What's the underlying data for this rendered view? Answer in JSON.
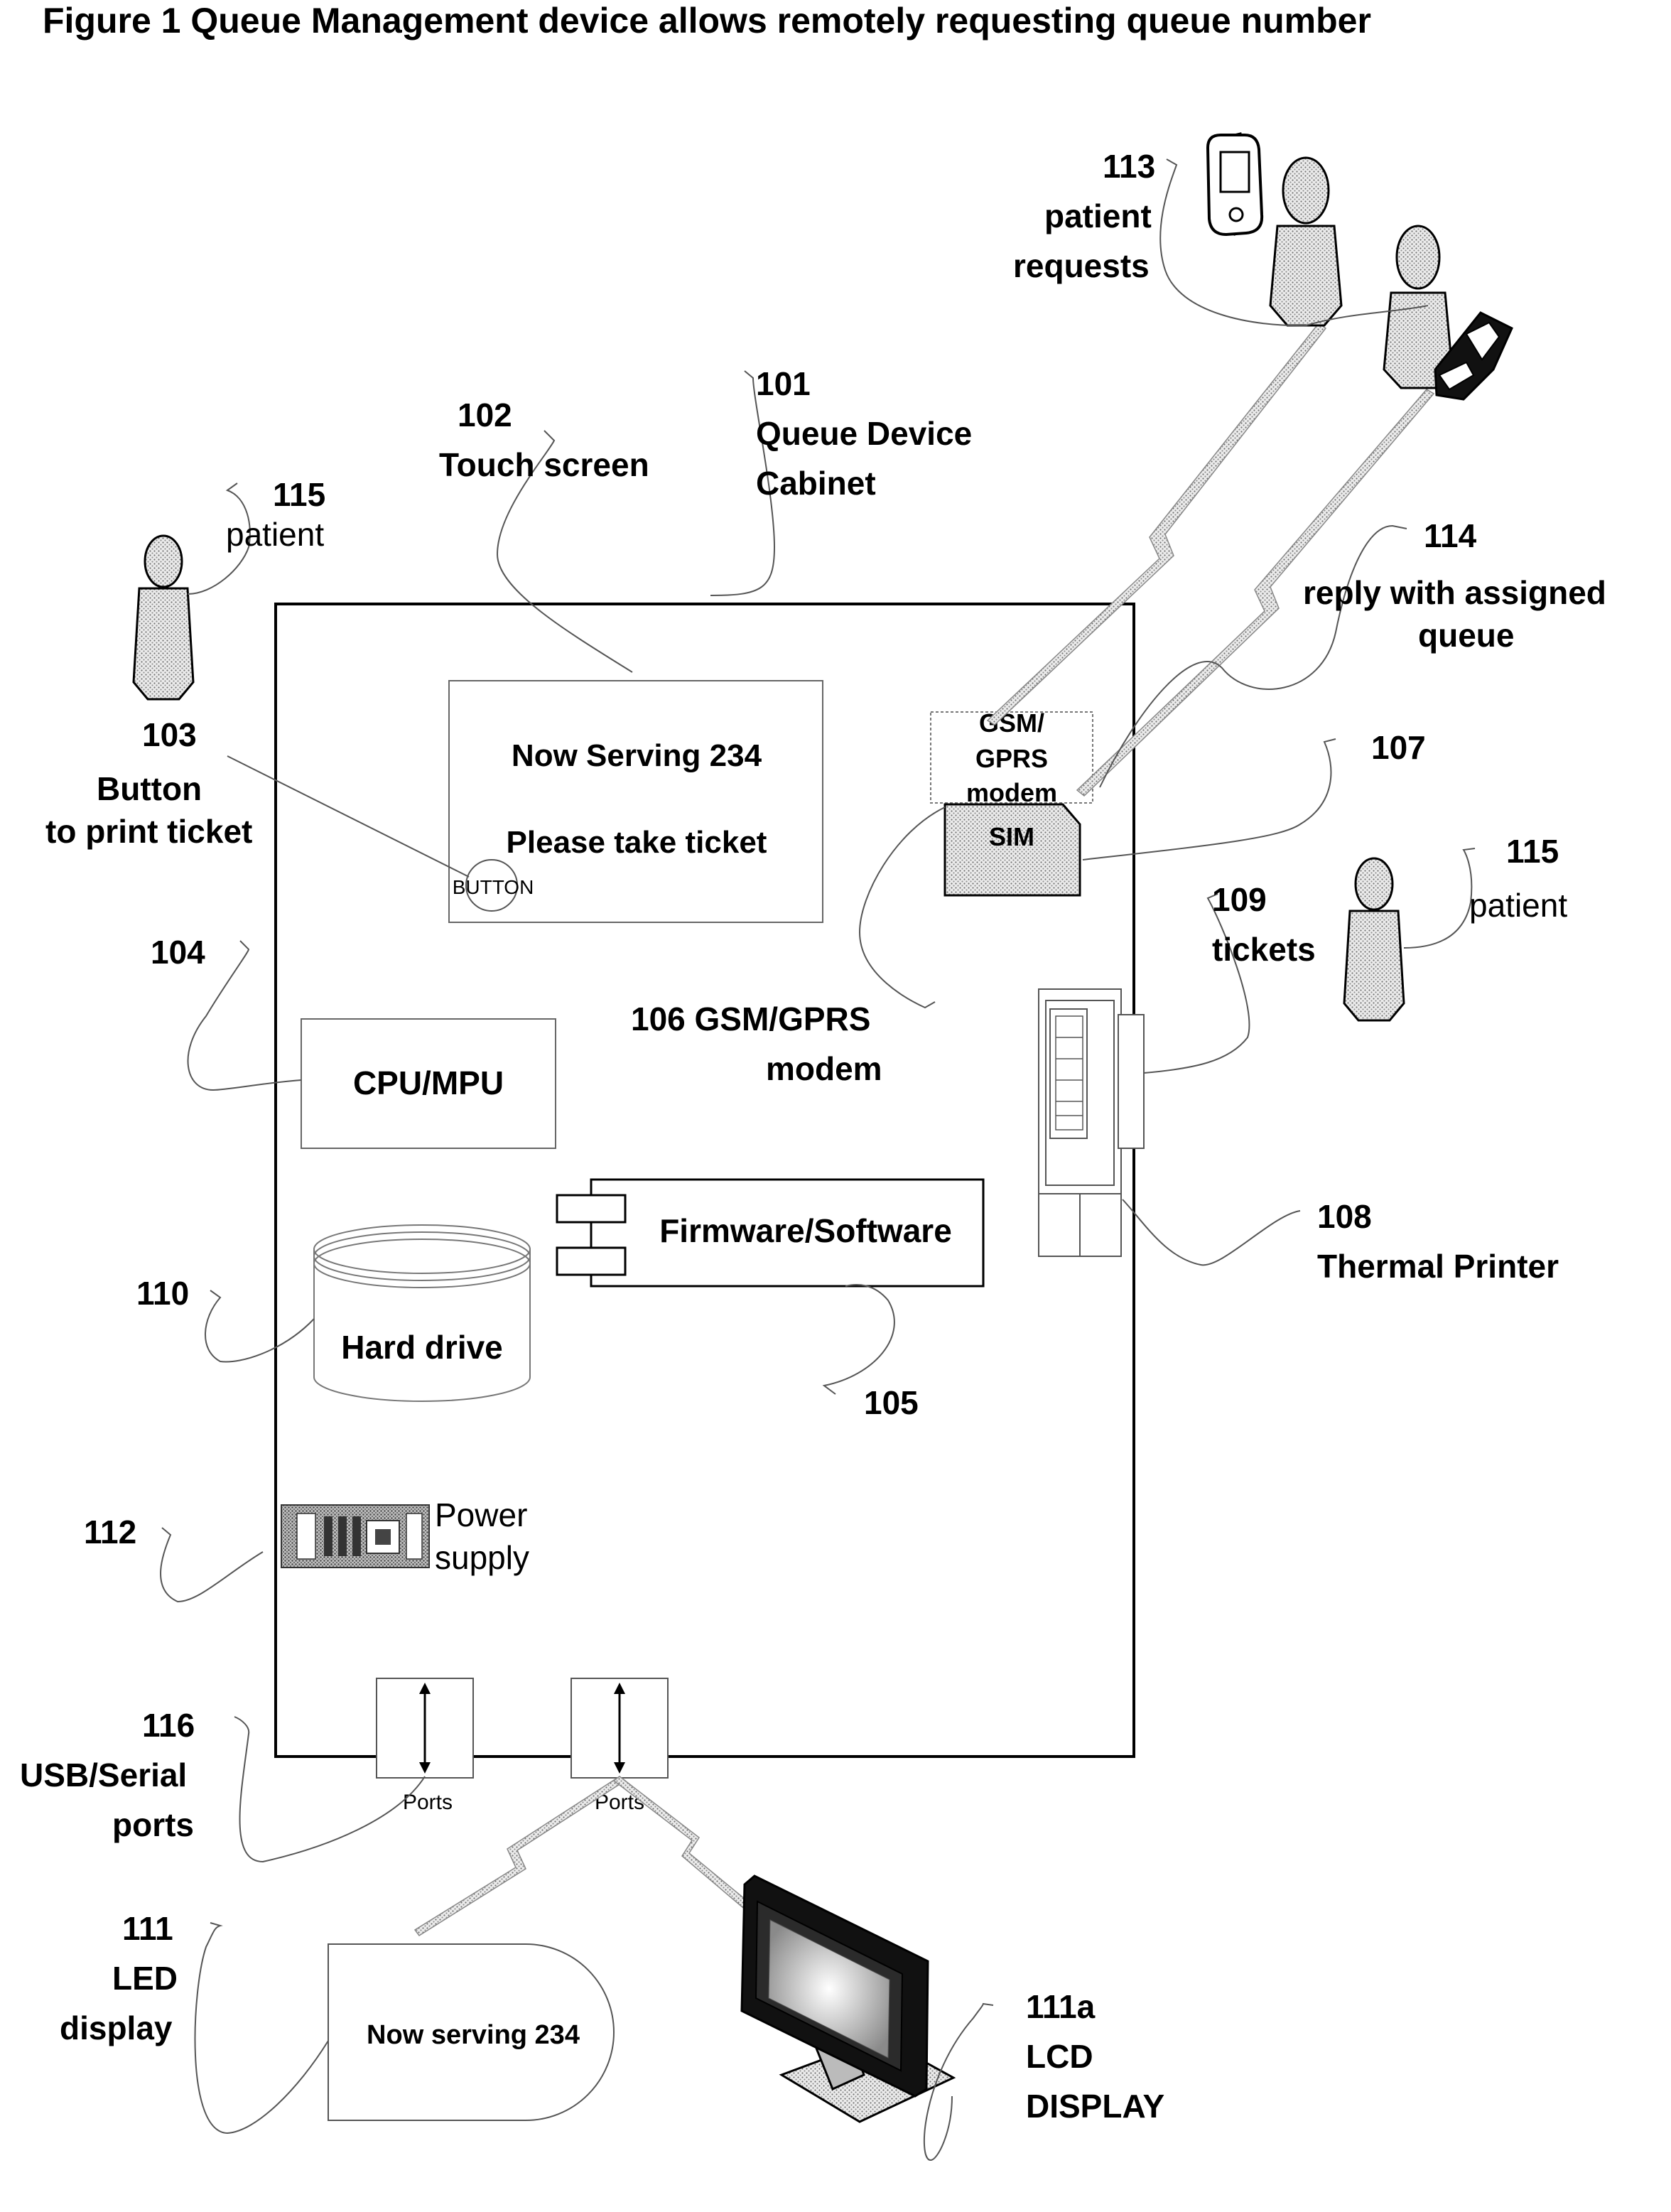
{
  "title": "Figure 1 Queue Management device allows remotely requesting queue number",
  "labels": {
    "l101": {
      "num": "101",
      "line1": "Queue Device",
      "line2": "Cabinet"
    },
    "l102": {
      "num": "102",
      "line1": "Touch screen"
    },
    "l103": {
      "num": "103",
      "line1": "Button",
      "line2": "to print ticket"
    },
    "l104": {
      "num": "104"
    },
    "l105": {
      "num": "105"
    },
    "l106": {
      "line1": "106 GSM/GPRS",
      "line2": "modem"
    },
    "l107": {
      "num": "107"
    },
    "l108": {
      "num": "108",
      "line1": "Thermal Printer"
    },
    "l109": {
      "num": "109",
      "line1": "tickets"
    },
    "l110": {
      "num": "110"
    },
    "l111": {
      "num": "111",
      "line1": "LED",
      "line2": "display"
    },
    "l111a": {
      "num": "111a",
      "line1": "LCD",
      "line2": "DISPLAY"
    },
    "l112": {
      "num": "112"
    },
    "l113": {
      "num": "113",
      "line1": "patient",
      "line2": "requests"
    },
    "l114": {
      "num": "114",
      "line1": "reply with assigned",
      "line2": "queue"
    },
    "l115_left": {
      "num": "115",
      "line1": "patient"
    },
    "l115_right": {
      "num": "115",
      "line1": "patient"
    },
    "l116": {
      "num": "116",
      "line1": "USB/Serial",
      "line2": "ports"
    }
  },
  "touch_screen": {
    "line1": "Now Serving 234",
    "line2": "Please take ticket",
    "button": "BUTTON"
  },
  "components": {
    "cpu": "CPU/MPU",
    "firmware": "Firmware/Software",
    "hard_drive": "Hard drive",
    "power_line1": "Power",
    "power_line2": "supply",
    "gsm_line1": "GSM/",
    "gsm_line2": "GPRS",
    "gsm_line3": "modem",
    "sim": "SIM",
    "port1": "Ports",
    "port2": "Ports"
  },
  "led_display_text": "Now serving 234"
}
